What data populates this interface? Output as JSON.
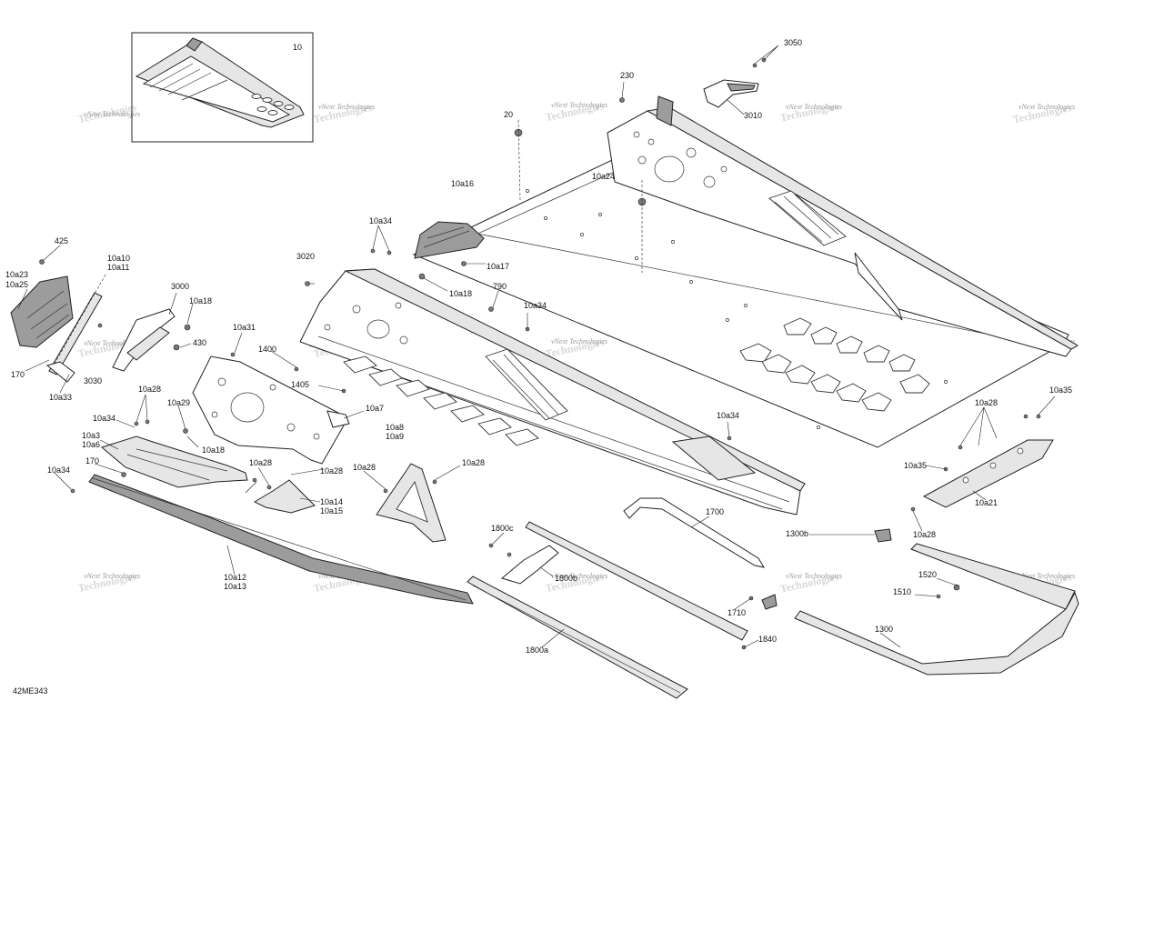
{
  "diagram_id": "42ME343",
  "watermark": {
    "line1": "vNext Technologies",
    "line2": "Technologies"
  },
  "labels": [
    {
      "id": "l10",
      "text": "10"
    },
    {
      "id": "l3050",
      "text": "3050"
    },
    {
      "id": "l230",
      "text": "230"
    },
    {
      "id": "l3010",
      "text": "3010"
    },
    {
      "id": "l20",
      "text": "20"
    },
    {
      "id": "l10a24",
      "text": "10a24"
    },
    {
      "id": "l10a16",
      "text": "10a16"
    },
    {
      "id": "l10a34a",
      "text": "10a34"
    },
    {
      "id": "l425",
      "text": "425"
    },
    {
      "id": "l10a10",
      "text": "10a10"
    },
    {
      "id": "l10a11",
      "text": "10a11"
    },
    {
      "id": "l10a23",
      "text": "10a23"
    },
    {
      "id": "l10a25",
      "text": "10a25"
    },
    {
      "id": "l3020",
      "text": "3020"
    },
    {
      "id": "l10a17",
      "text": "10a17"
    },
    {
      "id": "l10a18a",
      "text": "10a18"
    },
    {
      "id": "l790",
      "text": "790"
    },
    {
      "id": "l3000",
      "text": "3000"
    },
    {
      "id": "l10a18b",
      "text": "10a18"
    },
    {
      "id": "l10a34b",
      "text": "10a34"
    },
    {
      "id": "l10a31",
      "text": "10a31"
    },
    {
      "id": "l430",
      "text": "430"
    },
    {
      "id": "l1400",
      "text": "1400"
    },
    {
      "id": "l170a",
      "text": "170"
    },
    {
      "id": "l10a33",
      "text": "10a33"
    },
    {
      "id": "l3030",
      "text": "3030"
    },
    {
      "id": "l1405",
      "text": "1405"
    },
    {
      "id": "l10a28a",
      "text": "10a28"
    },
    {
      "id": "l10a29",
      "text": "10a29"
    },
    {
      "id": "l10a7",
      "text": "10a7"
    },
    {
      "id": "l10a34c",
      "text": "10a34"
    },
    {
      "id": "l10a3",
      "text": "10a3"
    },
    {
      "id": "l10a6",
      "text": "10a6"
    },
    {
      "id": "l10a18c",
      "text": "10a18"
    },
    {
      "id": "l10a8",
      "text": "10a8"
    },
    {
      "id": "l10a9",
      "text": "10a9"
    },
    {
      "id": "l10a34d",
      "text": "10a34"
    },
    {
      "id": "l170b",
      "text": "170"
    },
    {
      "id": "l10a28b",
      "text": "10a28"
    },
    {
      "id": "l10a28c",
      "text": "10a28"
    },
    {
      "id": "l10a28d",
      "text": "10a28"
    },
    {
      "id": "l10a28e",
      "text": "10a28"
    },
    {
      "id": "l10a34e",
      "text": "10a34"
    },
    {
      "id": "l10a14",
      "text": "10a14"
    },
    {
      "id": "l10a15",
      "text": "10a15"
    },
    {
      "id": "l10a12",
      "text": "10a12"
    },
    {
      "id": "l10a13",
      "text": "10a13"
    },
    {
      "id": "l1700",
      "text": "1700"
    },
    {
      "id": "l1800c",
      "text": "1800c"
    },
    {
      "id": "l1800b",
      "text": "1800b"
    },
    {
      "id": "l1710",
      "text": "1710"
    },
    {
      "id": "l1800a",
      "text": "1800a"
    },
    {
      "id": "l1840",
      "text": "1840"
    },
    {
      "id": "l1300b",
      "text": "1300b"
    },
    {
      "id": "l10a28f",
      "text": "10a28"
    },
    {
      "id": "l10a35a",
      "text": "10a35"
    },
    {
      "id": "l10a35b",
      "text": "10a35"
    },
    {
      "id": "l10a21",
      "text": "10a21"
    },
    {
      "id": "l10a28g",
      "text": "10a28"
    },
    {
      "id": "l1520",
      "text": "1520"
    },
    {
      "id": "l1510",
      "text": "1510"
    },
    {
      "id": "l1300",
      "text": "1300"
    }
  ]
}
